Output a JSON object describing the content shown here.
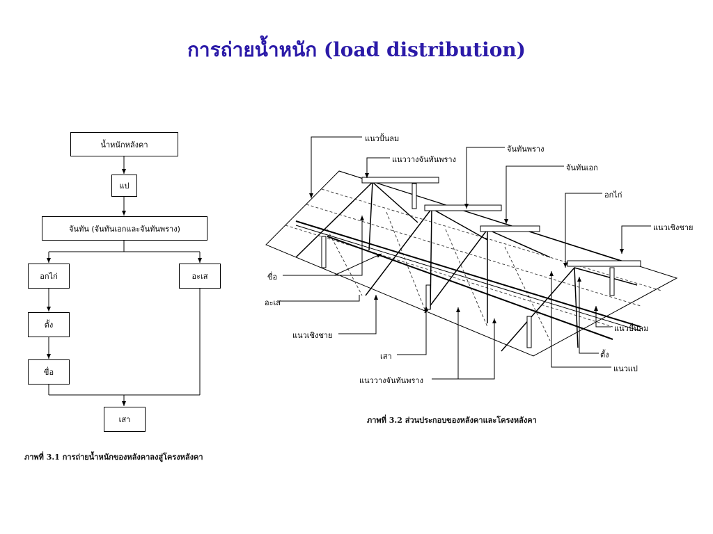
{
  "title": "การถ่ายน้ำหนัก (load distribution)",
  "flowchart": {
    "roof_load": "น้ำหนักหลังคา",
    "purlin": "แป",
    "rafters": "จันทัน (จันทันเอกและจันทันพราง)",
    "hip_rafter": "อกไก่",
    "tie_beam": "อะเส",
    "king_post": "ตั้ง",
    "strut": "ขื่อ",
    "column": "เสา",
    "caption": "ภาพที่ 3.1 การถ่ายน้ำหนักของหลังคาลงสู่โครงหลังคา"
  },
  "roof": {
    "labels": {
      "verge_line_top": "แนวปั้นลม",
      "rafter_layout_top": "แนววางจันทันพราง",
      "common_rafter": "จันทันพราง",
      "principal_rafter": "จันทันเอก",
      "ridge": "อกไก่",
      "eave_line_right": "แนวเชิงชาย",
      "strut": "ขื่อ",
      "tie_beam": "อะเส",
      "verge_line_bottom": "แนวปั้นลม",
      "eave_line_left": "แนวเชิงชาย",
      "king_post": "ตั้ง",
      "column": "เสา",
      "purlin_line": "แนวแป",
      "rafter_layout_bottom": "แนววางจันทันพราง"
    },
    "caption": "ภาพที่ 3.2 ส่วนประกอบของหลังคาและโครงหลังคา"
  }
}
